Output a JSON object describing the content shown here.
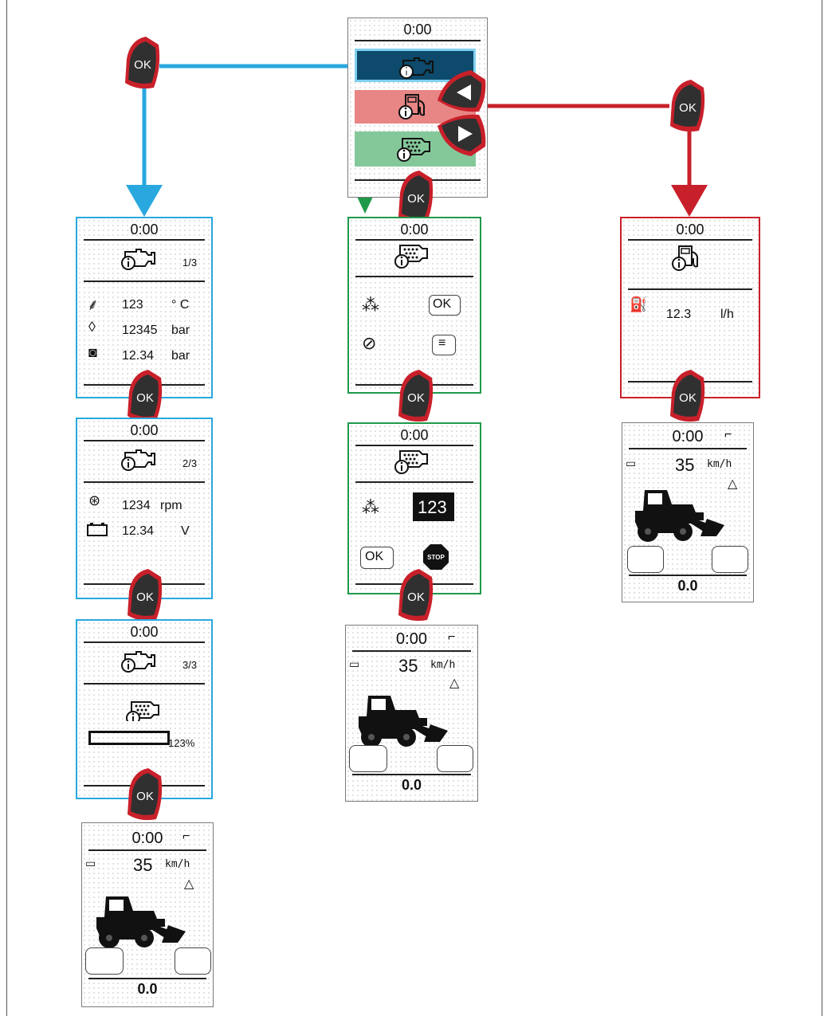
{
  "colors": {
    "blue": "#29a8df",
    "green": "#1f9a4a",
    "red": "#c8202a",
    "menu_blue": "#0d4a6b",
    "menu_red": "#e88585",
    "menu_green": "#84c89a"
  },
  "ok_label": "OK",
  "menu": {
    "time": "0:00",
    "items": [
      {
        "icon": "engine-info-icon"
      },
      {
        "icon": "fuel-info-icon"
      },
      {
        "icon": "dpf-info-icon"
      }
    ]
  },
  "engine_pages": [
    {
      "time": "0:00",
      "page": "1/3",
      "rows": [
        {
          "icon": "coolant-temperature-icon",
          "value": "123",
          "unit": "° C"
        },
        {
          "icon": "oil-pressure-icon",
          "value": "12345",
          "unit": "bar"
        },
        {
          "icon": "boost-pressure-icon",
          "value": "12.34",
          "unit": "bar"
        }
      ]
    },
    {
      "time": "0:00",
      "page": "2/3",
      "rows": [
        {
          "icon": "engine-speed-icon",
          "value": "1234",
          "unit": "rpm"
        },
        {
          "icon": "battery-icon",
          "value": "12.34",
          "unit": "V"
        }
      ]
    },
    {
      "time": "0:00",
      "page": "3/3",
      "dpf_load": "123%"
    }
  ],
  "dpf_pages": [
    {
      "time": "0:00",
      "ok_text": "OK"
    },
    {
      "time": "0:00",
      "value": "123",
      "ok_text": "OK",
      "stop_text": "STOP"
    }
  ],
  "fuel_page": {
    "time": "0:00",
    "value": "12.3",
    "unit": "l/h"
  },
  "home": {
    "time": "0:00",
    "speed": "35",
    "speed_unit": "km/h",
    "bottom": "0.0"
  }
}
